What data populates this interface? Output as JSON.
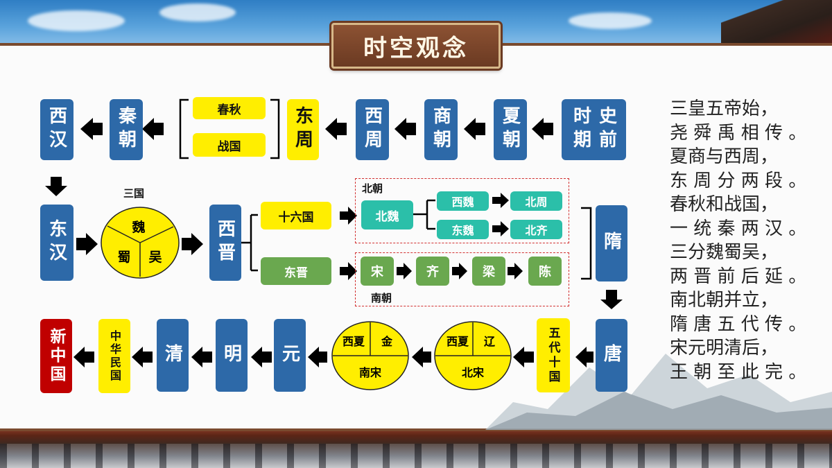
{
  "title": "时空观念",
  "row1": {
    "xihan": "西汉",
    "qin": "秦朝",
    "chunqiu": "春秋",
    "zhanguo": "战国",
    "dongzhou": "东周",
    "xizhou": "西周",
    "shang": "商朝",
    "xia": "夏朝",
    "prehistory": "史前时期"
  },
  "row2": {
    "donghan": "东汉",
    "sanguo_label": "三国",
    "wei": "魏",
    "shu": "蜀",
    "wu": "吴",
    "xijin": "西晋",
    "shiliuguo": "十六国",
    "dongjin": "东晋",
    "beichao_label": "北朝",
    "beiwei": "北魏",
    "xiwei": "西魏",
    "beizhou": "北周",
    "dongwei": "东魏",
    "beiqi": "北齐",
    "song": "宋",
    "qi": "齐",
    "liang": "梁",
    "chen": "陈",
    "nanchao_label": "南朝",
    "sui": "隋"
  },
  "row3": {
    "tang": "唐",
    "wudai": "五代十国",
    "xixia1": "西夏",
    "liao": "辽",
    "beisong": "北宋",
    "xixia2": "西夏",
    "jin": "金",
    "nansong": "南宋",
    "yuan": "元",
    "ming": "明",
    "qing": "清",
    "minguo": "中华民国",
    "xinzhongguo": "新中国"
  },
  "poem": "三皇五帝始，\n尧 舜 禹 相 传 。\n夏商与西周，\n东 周 分 两 段 。\n春秋和战国，\n一 统 秦 两 汉 。\n三分魏蜀吴，\n两 晋 前 后 延 。\n南北朝并立，\n隋 唐 五 代 传 。\n宋元明清后，\n王 朝 至 此 完 。",
  "colors": {
    "blue": "#2d69a8",
    "yellow": "#ffee00",
    "teal": "#2bbfa9",
    "green": "#6aa84f",
    "red": "#c00000"
  }
}
